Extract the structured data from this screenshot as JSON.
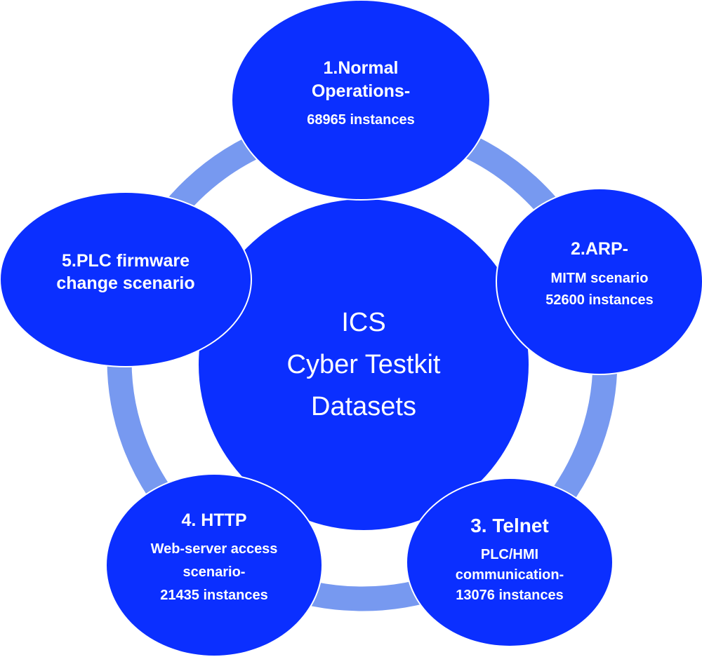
{
  "colors": {
    "node_fill": "#0b2fff",
    "ring": "#7799f0",
    "text": "#ffffff",
    "background": "#ffffff"
  },
  "center": {
    "title": "ICS\nCyber Testkit\nDatasets"
  },
  "nodes": [
    {
      "id": 1,
      "title": "1.Normal\nOperations-",
      "detail": "68965 instances"
    },
    {
      "id": 2,
      "title": "2.ARP-",
      "detail": "MITM scenario\n52600 instances"
    },
    {
      "id": 3,
      "title": "3. Telnet",
      "detail": "PLC/HMI\ncommunication-\n13076 instances"
    },
    {
      "id": 4,
      "title": "4. HTTP",
      "detail": "Web-server access\nscenario-\n21435 instances"
    },
    {
      "id": 5,
      "title": "5.PLC firmware\nchange scenario",
      "detail": ""
    }
  ]
}
